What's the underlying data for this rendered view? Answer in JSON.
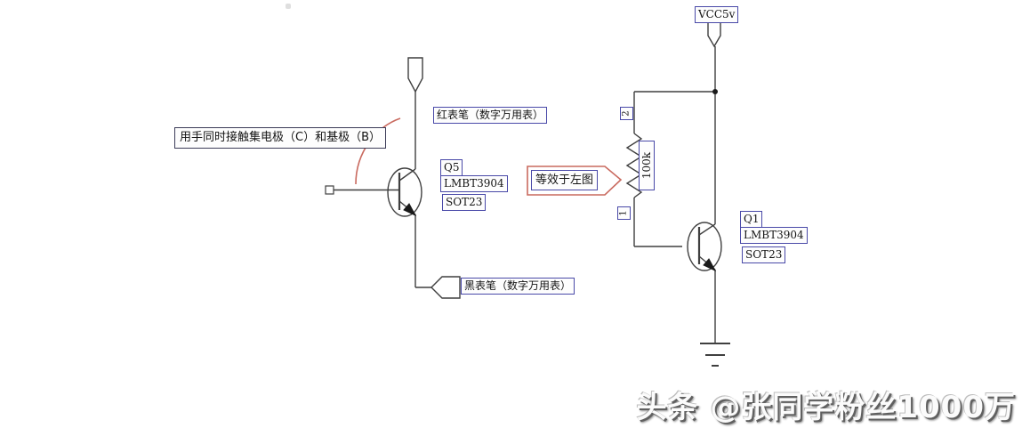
{
  "left_circuit": {
    "instruction": "用手同时接触集电极（C）和基极（B）",
    "red_probe": "红表笔（数字万用表）",
    "black_probe": "黑表笔（数字万用表）",
    "transistor": {
      "designator": "Q5",
      "part_number": "LMBT3904",
      "package": "SOT23"
    }
  },
  "right_circuit": {
    "power_net": "VCC5v",
    "resistor": {
      "value": "100k",
      "pin_top": "2",
      "pin_bottom": "1"
    },
    "callout": "等效于左图",
    "transistor": {
      "designator": "Q1",
      "part_number": "LMBT3904",
      "package": "SOT23"
    }
  },
  "watermark": "头条 @张同学粉丝1000万",
  "colors": {
    "wire": "#3f3f3f",
    "label_border": "#4949a8",
    "instruction_border": "#3c3c58",
    "annotation_red": "#c96a5f",
    "text": "#141414",
    "watermark_shadow": "#606060"
  }
}
